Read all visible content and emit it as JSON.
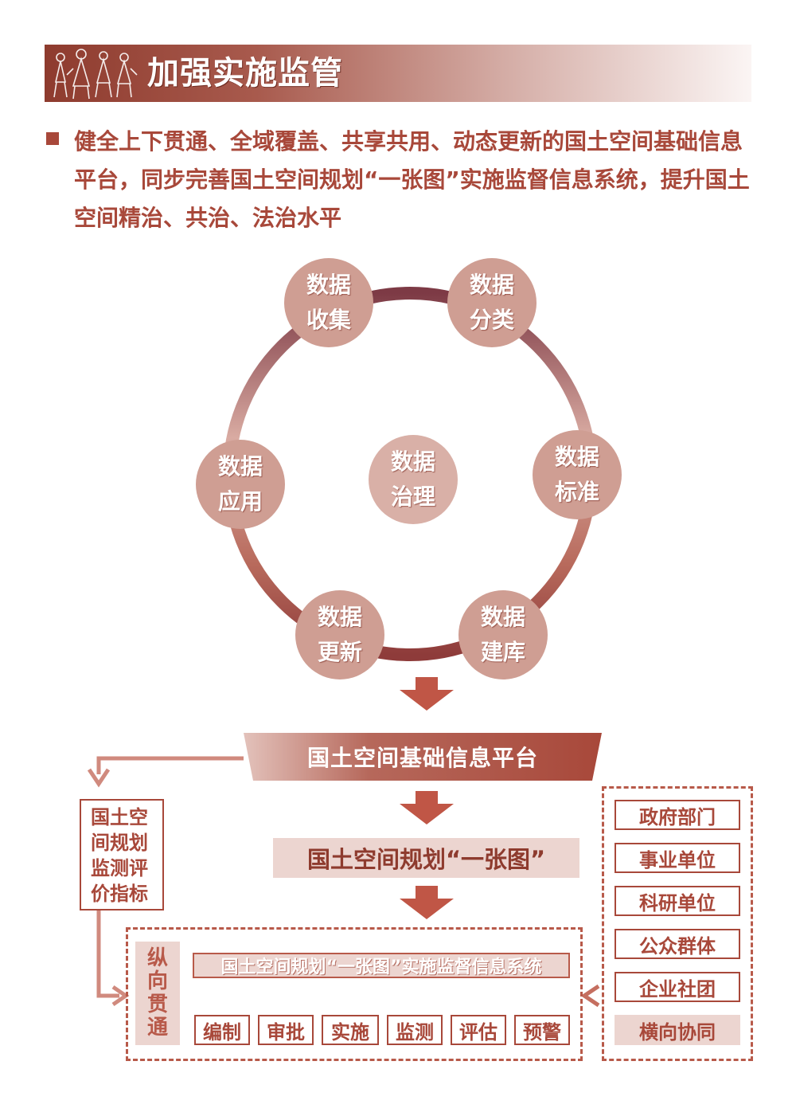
{
  "header": {
    "title": "加强实施监管"
  },
  "intro": {
    "text": "健全上下贯通、全域覆盖、共享共用、动态更新的国土空间基础信息平台，同步完善国土空间规划“一张图”实施监督信息系统，提升国土空间精治、共治、法治水平"
  },
  "cycle": {
    "center": {
      "line1": "数据",
      "line2": "治理"
    },
    "nodes": [
      {
        "line1": "数据",
        "line2": "收集"
      },
      {
        "line1": "数据",
        "line2": "分类"
      },
      {
        "line1": "数据",
        "line2": "标准"
      },
      {
        "line1": "数据",
        "line2": "建库"
      },
      {
        "line1": "数据",
        "line2": "更新"
      },
      {
        "line1": "数据",
        "line2": "应用"
      }
    ]
  },
  "platform": {
    "label": "国土空间基础信息平台"
  },
  "onemap": {
    "label": "国土空间规划“一张图”"
  },
  "indicators": {
    "lines": [
      "国土空",
      "间规划",
      "监测评",
      "价指标"
    ]
  },
  "system": {
    "vertical": [
      "纵",
      "向",
      "贯",
      "通"
    ],
    "title": "国土空间规划“一张图”实施监督信息系统",
    "stages": [
      "编制",
      "审批",
      "实施",
      "监测",
      "评估",
      "预警"
    ]
  },
  "orgs": {
    "items": [
      "政府部门",
      "事业单位",
      "科研单位",
      "公众群体",
      "企业社团"
    ],
    "horizontal": "横向协同"
  },
  "colors": {
    "brand": "#a8483a",
    "dark": "#8e3b2e",
    "node": "#cf9e93",
    "light": "#ecd5d0",
    "ring_top": "#7d3a45",
    "ring_side": "#d9aba2",
    "ring_bottom": "#a34a3c"
  }
}
